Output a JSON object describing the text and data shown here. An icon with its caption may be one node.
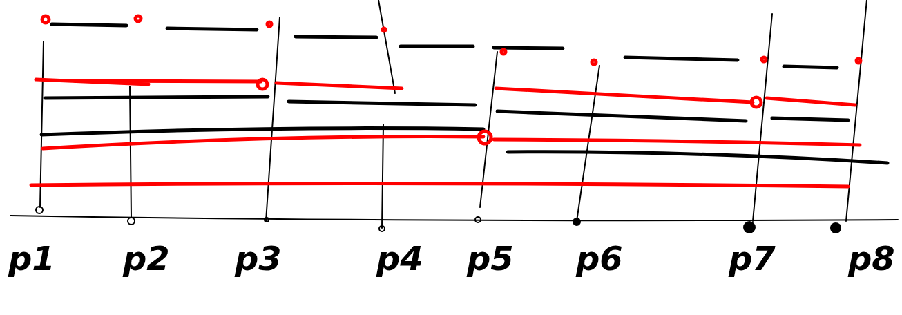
{
  "diagram": {
    "labels": [
      "p1",
      "p2",
      "p3",
      "p4",
      "p5",
      "p6",
      "p7",
      "p8"
    ]
  }
}
